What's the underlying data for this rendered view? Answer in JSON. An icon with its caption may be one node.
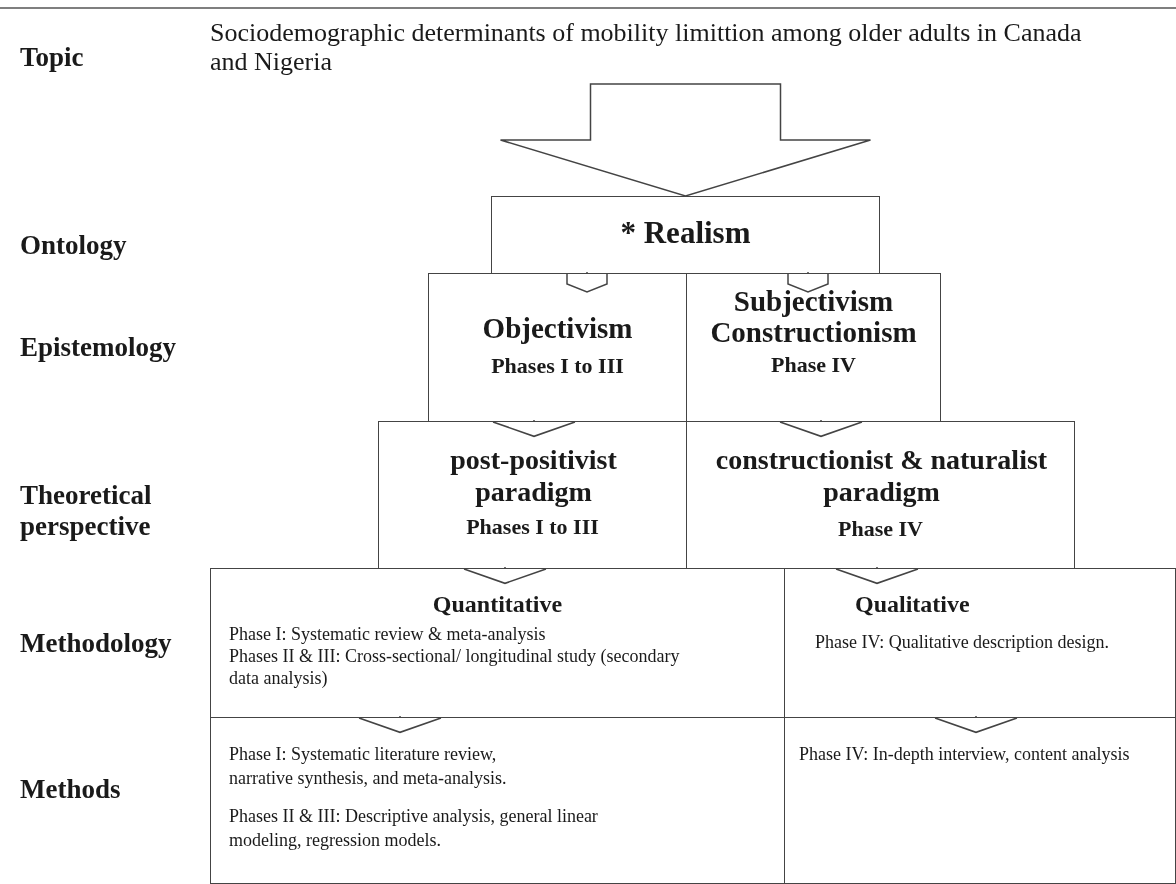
{
  "diagram": {
    "nodes": [
      {
        "text": [
          "Sociodemographic determinants of mobility limittion among older adults in Canada and Nigeria"
        ]
      },
      {
        "text": [
          "* Realism"
        ]
      },
      {
        "text": [
          "Objectivism",
          "Phases I to III"
        ]
      },
      {
        "text": [
          "Subjectivism Constructionism",
          "Phase IV"
        ]
      },
      {
        "text": [
          "post-positivist paradigm",
          "Phases I to III"
        ]
      },
      {
        "text": [
          "constructionist & naturalist paradigm",
          "Phase IV"
        ]
      },
      {
        "text": [
          "Quantitative",
          "Phase I: Systematic review & meta-analysis",
          "Phases II & III: Cross-sectional/ longitudinal study (secondary data analysis)"
        ]
      },
      {
        "text": [
          "Qualitative",
          "Phase IV: Qualitative description design."
        ]
      },
      {
        "text": [
          "Phase I: Systematic literature review, narrative synthesis, and meta-analysis.",
          "Phases II & III: Descriptive analysis, general linear modeling, regression models."
        ]
      },
      {
        "text": [
          "Phase IV: In-depth interview, content analysis"
        ]
      }
    ],
    "edges": [
      {
        "from": 0,
        "to": 1,
        "arrow": "to"
      },
      {
        "from": 1,
        "to": 2,
        "arrow": "to"
      },
      {
        "from": 1,
        "to": 3,
        "arrow": "to"
      },
      {
        "from": 2,
        "to": 4,
        "arrow": "to"
      },
      {
        "from": 3,
        "to": 5,
        "arrow": "to"
      },
      {
        "from": 4,
        "to": 6,
        "arrow": "to"
      },
      {
        "from": 5,
        "to": 7,
        "arrow": "to"
      },
      {
        "from": 6,
        "to": 8,
        "arrow": "to"
      },
      {
        "from": 7,
        "to": 9,
        "arrow": "to"
      }
    ],
    "labels": [
      "Topic",
      "Ontology",
      "Epistemology",
      "Theoretical perspective",
      "Methodology",
      "Methods"
    ]
  }
}
